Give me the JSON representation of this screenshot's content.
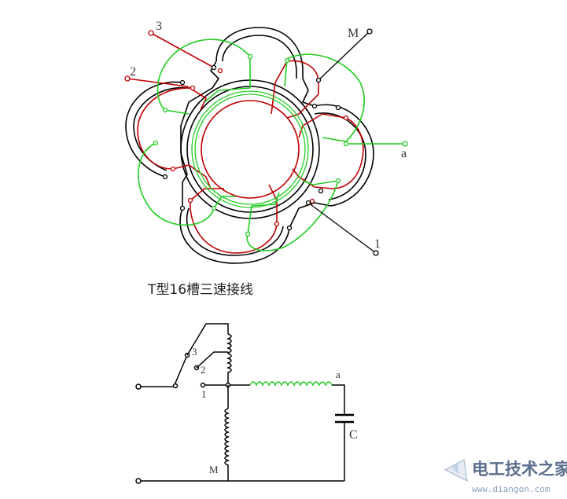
{
  "winding_diagram": {
    "terminals": {
      "t3": "3",
      "t2": "2",
      "tM": "M",
      "ta": "a",
      "t1": "1"
    },
    "caption": "T型16槽三速接线",
    "colors": {
      "main": "#000000",
      "red": "#c00000",
      "green": "#22cc22"
    }
  },
  "schematic": {
    "labels": {
      "s3": "3",
      "s2": "2",
      "s1": "1",
      "sa": "a",
      "sM": "M",
      "sC": "C"
    }
  },
  "watermark": {
    "title": "电工技术之家",
    "url": "www.diangon.com"
  }
}
